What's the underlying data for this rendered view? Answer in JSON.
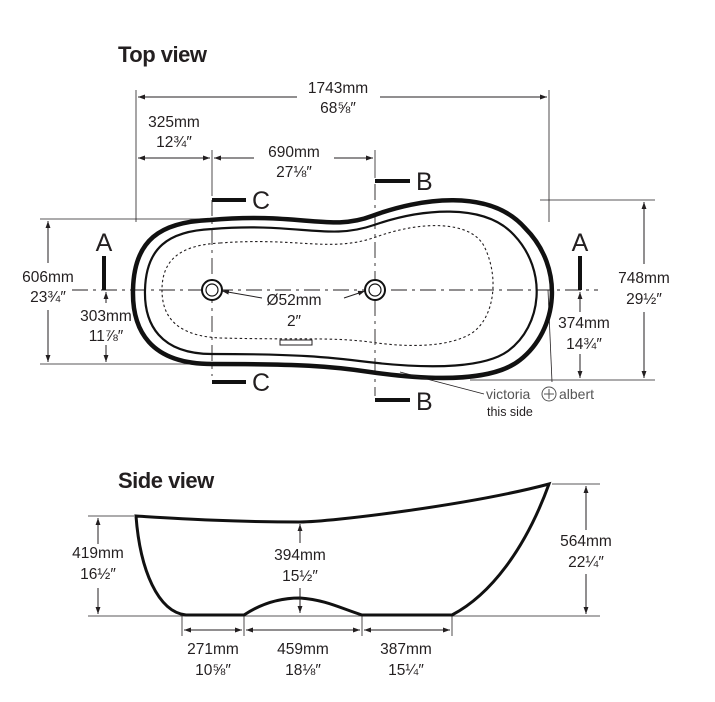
{
  "colors": {
    "ink": "#231f20",
    "outline": "#111111",
    "brand": "#555555"
  },
  "views": {
    "top": {
      "heading": "Top view"
    },
    "side": {
      "heading": "Side view"
    }
  },
  "top_dimensions": {
    "overall_length": {
      "mm": "1743mm",
      "inch": "68⅝″"
    },
    "end_to_waste": {
      "mm": "325mm",
      "inch": "12¾″"
    },
    "waste_spacing": {
      "mm": "690mm",
      "inch": "27⅛″"
    },
    "width_left": {
      "mm": "606mm",
      "inch": "23¾″"
    },
    "half_width": {
      "mm": "303mm",
      "inch": "11⅞″"
    },
    "waste_diameter": {
      "mm": "Ø52mm",
      "inch": "2″"
    },
    "width_right_half": {
      "mm": "374mm",
      "inch": "14¾″"
    },
    "overall_width": {
      "mm": "748mm",
      "inch": "29½″"
    }
  },
  "section_markers": {
    "a": "A",
    "b": "B",
    "c": "C"
  },
  "brand": {
    "left": "victoria",
    "right": "albert",
    "note": "this side"
  },
  "side_dimensions": {
    "rim_height_left": {
      "mm": "419mm",
      "inch": "16½″"
    },
    "inner_depth": {
      "mm": "394mm",
      "inch": "15½″"
    },
    "overall_height": {
      "mm": "564mm",
      "inch": "22¼″"
    },
    "foot_left": {
      "mm": "271mm",
      "inch": "10⅝″"
    },
    "foot_gap": {
      "mm": "459mm",
      "inch": "18⅛″"
    },
    "foot_right": {
      "mm": "387mm",
      "inch": "15¼″"
    }
  }
}
